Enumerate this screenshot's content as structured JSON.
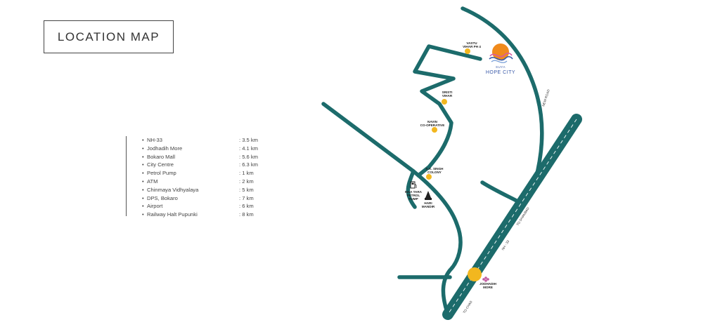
{
  "title": "LOCATION MAP",
  "distances": [
    {
      "name": "NH-33",
      "value": ": 3.5 km"
    },
    {
      "name": "Jodhadih More",
      "value": ": 4.1 km"
    },
    {
      "name": "Bokaro Mall",
      "value": ": 5.6 km"
    },
    {
      "name": "City Centre",
      "value": ": 6.3 km"
    },
    {
      "name": "Petrol Pump",
      "value": ": 1 km"
    },
    {
      "name": "ATM",
      "value": ": 2 km"
    },
    {
      "name": "Chinmaya Vidhyalaya",
      "value": ": 5 km"
    },
    {
      "name": "DPS, Bokaro",
      "value": ": 7 km"
    },
    {
      "name": "Airport",
      "value": ": 6 km"
    },
    {
      "name": "Railway Halt Pupunki",
      "value": ": 8 km"
    }
  ],
  "map": {
    "brand_line1": "SUYA",
    "brand_line2": "HOPE CITY",
    "places": {
      "vastu_line1": "VASTU",
      "vastu_line2": "VIHAR PH 4",
      "sristi_line1": "SRISTI",
      "sristi_line2": "VIHAR",
      "navin_line1": "NAVIN",
      "navin_line2": "CO-OPERATIVE",
      "kk_line1": "K.K. SINGH",
      "kk_line2": "COLONY",
      "petrol_line1": "MAA TARA",
      "petrol_line2": "PETROL",
      "petrol_line3": "PUMP",
      "mandir_line1": "HARI",
      "mandir_line2": "MANDIR",
      "jodhadih_line1": "JODHADIH",
      "jodhadih_line2": "MORE"
    },
    "road_labels": {
      "new_road": "NEW ROAD",
      "to_dhanbad": "TO DHANBAD",
      "nh33": "NH - 33",
      "to_chas": "TO CHAS"
    },
    "colors": {
      "road": "#1c6b6b",
      "highway": "#1c6b6b",
      "marker": "#f2b71f",
      "brand_orange": "#f08a1c",
      "brand_blue": "#3a5aa8",
      "brand_pink": "#d65aa0"
    }
  }
}
